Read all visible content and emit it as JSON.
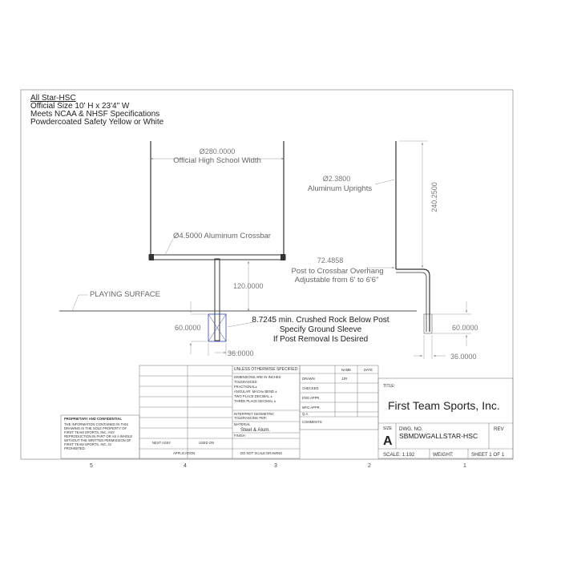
{
  "header": {
    "title": "All Star-HSC",
    "lines": [
      "Official Size 10' H x 23'4\" W",
      "Meets NCAA & NHSF Specifications",
      "Powdercoated Safety Yellow or White"
    ]
  },
  "front_view": {
    "width_dim": "Ø280.0000",
    "width_note": "Official High School Width",
    "crossbar_label": "Ø4.5000  Aluminum Crossbar",
    "height_dim": "120.0000",
    "playing_surface": "PLAYING SURFACE",
    "post_depth": "60.0000",
    "sleeve_width": "36.0000",
    "rock_note": [
      "8.7245  min. Crushed Rock Below Post",
      "Specify Ground Sleeve",
      "If Post Removal Is Desired"
    ]
  },
  "side_view": {
    "upright_dim": "Ø2.3800",
    "upright_label": "Aluminum Uprights",
    "upright_height": "240.2500",
    "overhang_dim": "72.4858",
    "overhang_lines": [
      "Post to Crossbar Overhang",
      "Adjustable from 6' to 6'6\""
    ],
    "post_depth": "60.0000",
    "sleeve_width": "36.0000"
  },
  "title_block": {
    "unless_specified": "UNLESS OTHERWISE SPECIFIED:",
    "dims_lines": [
      "DIMENSIONS ARE IN INCHES",
      "TOLERANCES:",
      "FRACTIONAL±",
      "ANGULAR: MACH±   BEND ±",
      "TWO PLACE DECIMAL   ±",
      "THREE PLACE DECIMAL  ±"
    ],
    "interpret": [
      "INTERPRET GEOMETRIC",
      "TOLERANCING PER:"
    ],
    "material_label": "MATERIAL",
    "material": "Steel & Alum.",
    "finish_label": "FINISH",
    "name_header": "NAME",
    "date_header": "DATE",
    "rows": [
      "DRAWN",
      "CHECKED",
      "ENG APPR.",
      "MFG APPR.",
      "Q.A.",
      "COMMENTS:"
    ],
    "drawn_by": "JJR",
    "title_label": "TITLE:",
    "company": "First Team Sports, Inc.",
    "size_label": "SIZE",
    "size": "A",
    "dwg_no_label": "DWG.  NO.",
    "dwg_no": "SBMDWGALLSTAR-HSC",
    "rev_label": "REV",
    "scale": "SCALE: 1:192",
    "weight": "WEIGHT:",
    "sheet": "SHEET 1 OF 1",
    "next_assy": "NEXT ASSY",
    "used_on": "USED ON",
    "application": "APPLICATION",
    "do_not_scale": "DO NOT SCALE DRAWING",
    "proprietary_title": "PROPRIETARY AND CONFIDENTIAL",
    "proprietary_text": [
      "THE INFORMATION CONTAINED IN THIS",
      "DRAWING IS THE SOLE PROPERTY OF",
      "FIRST TEAM SPORTS, INC.  ANY",
      "REPRODUCTION IN PART OR AS A WHOLE",
      "WITHOUT THE WRITTEN PERMISSION OF",
      "FIRST TEAM SPORTS, INC.  IS",
      "PROHIBITED."
    ]
  },
  "zones": [
    "5",
    "4",
    "3",
    "2",
    "1"
  ]
}
